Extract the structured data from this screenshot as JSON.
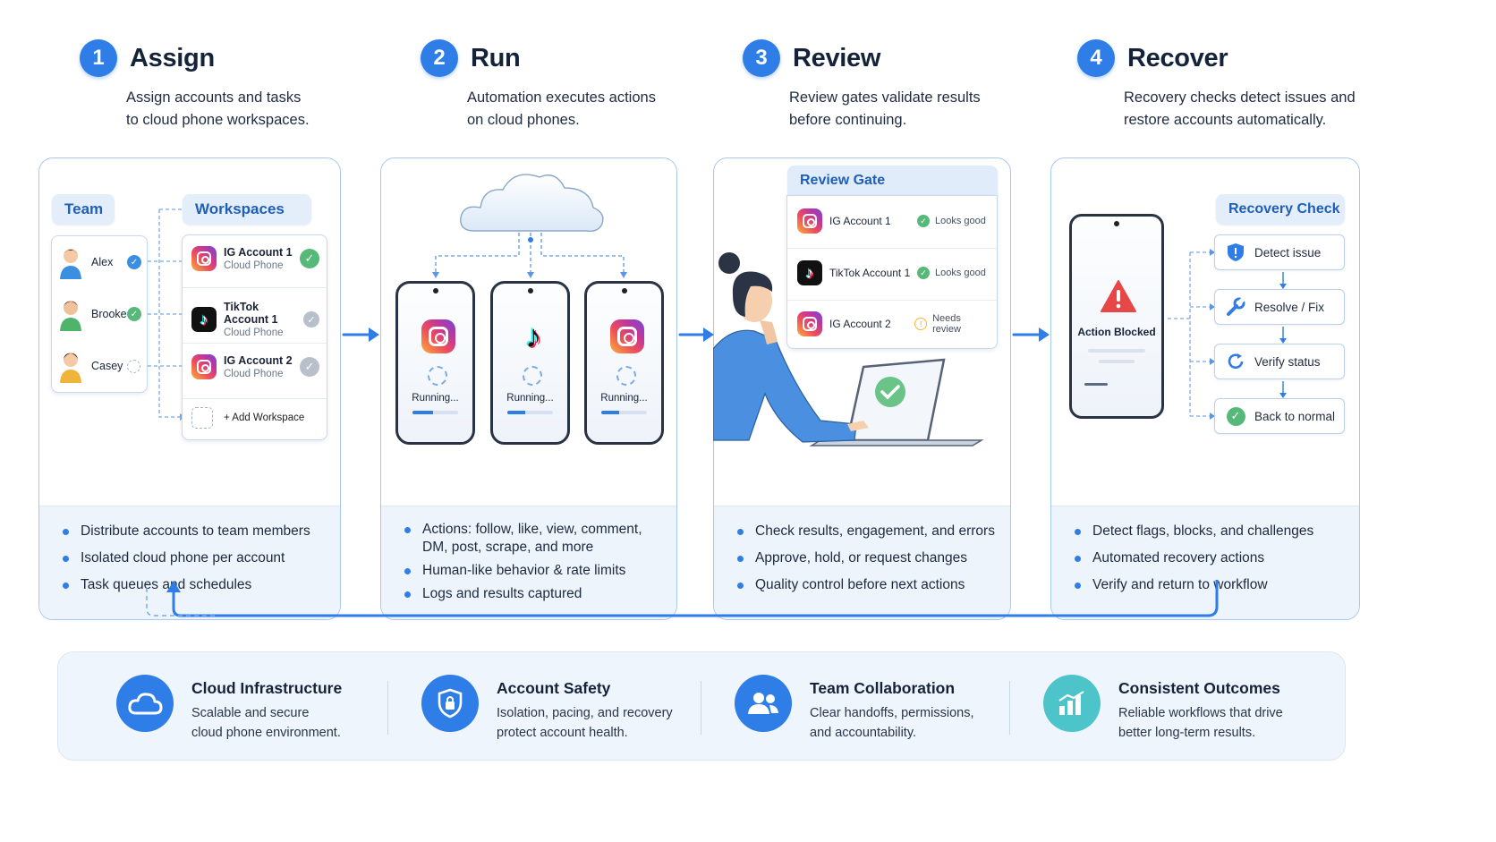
{
  "steps": [
    {
      "num": "1",
      "title": "Assign",
      "desc1": "Assign accounts and tasks",
      "desc2": "to cloud phone workspaces."
    },
    {
      "num": "2",
      "title": "Run",
      "desc1": "Automation executes actions",
      "desc2": "on cloud phones."
    },
    {
      "num": "3",
      "title": "Review",
      "desc1": "Review gates validate results",
      "desc2": "before continuing."
    },
    {
      "num": "4",
      "title": "Recover",
      "desc1": "Recovery checks detect issues and",
      "desc2": "restore accounts automatically."
    }
  ],
  "assign": {
    "team_label": "Team",
    "workspaces_label": "Workspaces",
    "members": [
      "Alex",
      "Brooke",
      "Casey"
    ],
    "workspaces": [
      {
        "name": "IG Account 1",
        "sub": "Cloud Phone"
      },
      {
        "name": "TikTok Account 1",
        "sub": "Cloud Phone"
      },
      {
        "name": "IG Account 2",
        "sub": "Cloud Phone"
      }
    ],
    "add_workspace": "+ Add Workspace",
    "bullets": [
      "Distribute accounts to team members",
      "Isolated cloud phone per account",
      "Task queues and schedules"
    ]
  },
  "run": {
    "phones": [
      {
        "app": "instagram",
        "status": "Running...",
        "progress": 0.45
      },
      {
        "app": "tiktok",
        "status": "Running...",
        "progress": 0.4
      },
      {
        "app": "instagram",
        "status": "Running...",
        "progress": 0.4
      }
    ],
    "bullets": [
      "Actions: follow, like, view, comment,",
      "DM, post, scrape, and more",
      "Human-like behavior & rate limits",
      "Logs and results captured"
    ]
  },
  "review": {
    "gate_label": "Review Gate",
    "rows": [
      {
        "name": "IG Account 1",
        "status": "Looks good"
      },
      {
        "name": "TikTok Account 1",
        "status": "Looks good"
      },
      {
        "name": "IG Account 2",
        "status": "Needs review"
      }
    ],
    "bullets": [
      "Check results, engagement, and errors",
      "Approve, hold, or request changes",
      "Quality control before next actions"
    ]
  },
  "recover": {
    "phone_text": "Action Blocked",
    "check_label": "Recovery Check",
    "steps": [
      "Detect issue",
      "Resolve / Fix",
      "Verify status",
      "Back to normal"
    ],
    "bullets": [
      "Detect flags, blocks, and challenges",
      "Automated recovery actions",
      "Verify and return to workflow"
    ]
  },
  "features": [
    {
      "title": "Cloud Infrastructure",
      "line1": "Scalable and secure",
      "line2": "cloud phone environment.",
      "icon": "cloud-icon"
    },
    {
      "title": "Account Safety",
      "line1": "Isolation, pacing, and recovery",
      "line2": "protect account health.",
      "icon": "shield-lock-icon"
    },
    {
      "title": "Team Collaboration",
      "line1": "Clear handoffs, permissions,",
      "line2": "and accountability.",
      "icon": "team-icon"
    },
    {
      "title": "Consistent Outcomes",
      "line1": "Reliable workflows that drive",
      "line2": "better long-term results.",
      "icon": "chart-icon"
    }
  ],
  "colors": {
    "accent": "#2f7de6",
    "success": "#56b979",
    "warning": "#f2b83a",
    "danger": "#e84747",
    "teal": "#4cc4c9"
  }
}
